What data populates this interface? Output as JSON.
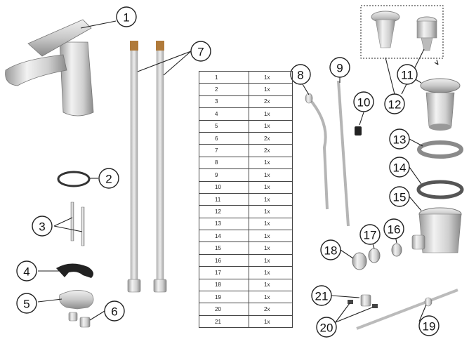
{
  "callouts": [
    "1",
    "2",
    "3",
    "4",
    "5",
    "6",
    "7",
    "8",
    "9",
    "10",
    "11",
    "12",
    "13",
    "14",
    "15",
    "16",
    "17",
    "18",
    "19",
    "20",
    "21"
  ],
  "parts_table": {
    "rows": [
      {
        "num": "1",
        "qty": "1x"
      },
      {
        "num": "2",
        "qty": "1x"
      },
      {
        "num": "3",
        "qty": "2x"
      },
      {
        "num": "4",
        "qty": "1x"
      },
      {
        "num": "5",
        "qty": "1x"
      },
      {
        "num": "6",
        "qty": "2x"
      },
      {
        "num": "7",
        "qty": "2x"
      },
      {
        "num": "8",
        "qty": "1x"
      },
      {
        "num": "9",
        "qty": "1x"
      },
      {
        "num": "10",
        "qty": "1x"
      },
      {
        "num": "11",
        "qty": "1x"
      },
      {
        "num": "12",
        "qty": "1x"
      },
      {
        "num": "13",
        "qty": "1x"
      },
      {
        "num": "14",
        "qty": "1x"
      },
      {
        "num": "15",
        "qty": "1x"
      },
      {
        "num": "16",
        "qty": "1x"
      },
      {
        "num": "17",
        "qty": "1x"
      },
      {
        "num": "18",
        "qty": "1x"
      },
      {
        "num": "19",
        "qty": "1x"
      },
      {
        "num": "20",
        "qty": "2x"
      },
      {
        "num": "21",
        "qty": "1x"
      }
    ]
  }
}
